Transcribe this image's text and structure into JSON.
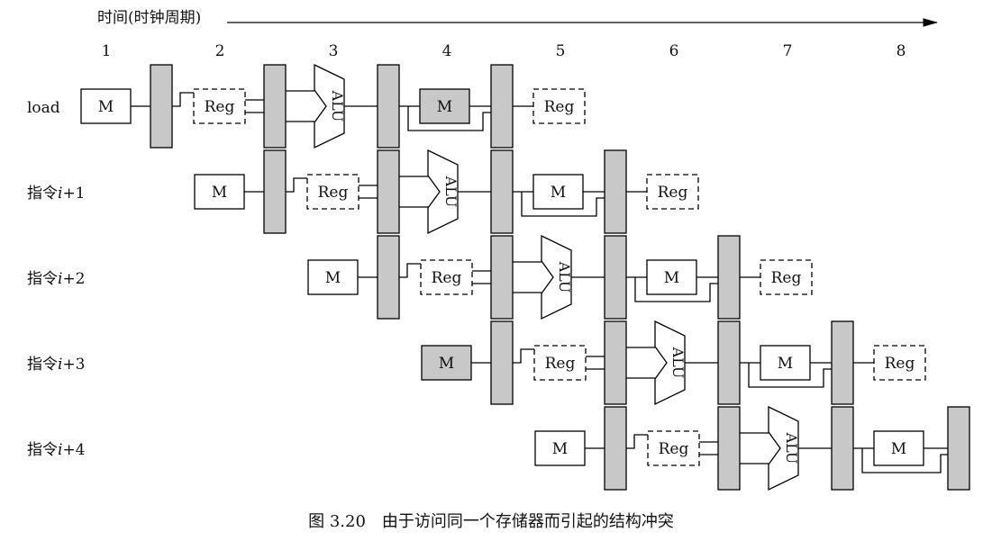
{
  "axis": {
    "title": "时间(时钟周期)",
    "cycles": [
      "1",
      "2",
      "3",
      "4",
      "5",
      "6",
      "7",
      "8"
    ]
  },
  "rows": [
    {
      "label": "load",
      "italic": false
    },
    {
      "label": "指令i+1",
      "italic": true
    },
    {
      "label": "指令i+2",
      "italic": true
    },
    {
      "label": "指令i+3",
      "italic": true
    },
    {
      "label": "指令i+4",
      "italic": true
    }
  ],
  "stage_labels": {
    "mem": "M",
    "reg": "Reg",
    "alu": "ALU"
  },
  "highlight": {
    "color": "#c8c8c8",
    "memory_conflict": [
      {
        "row": 0,
        "stage": "data_memory"
      },
      {
        "row": 3,
        "stage": "instruction_fetch"
      }
    ]
  },
  "caption": "图 3.20　由于访问同一个存储器而引起的结构冲突"
}
